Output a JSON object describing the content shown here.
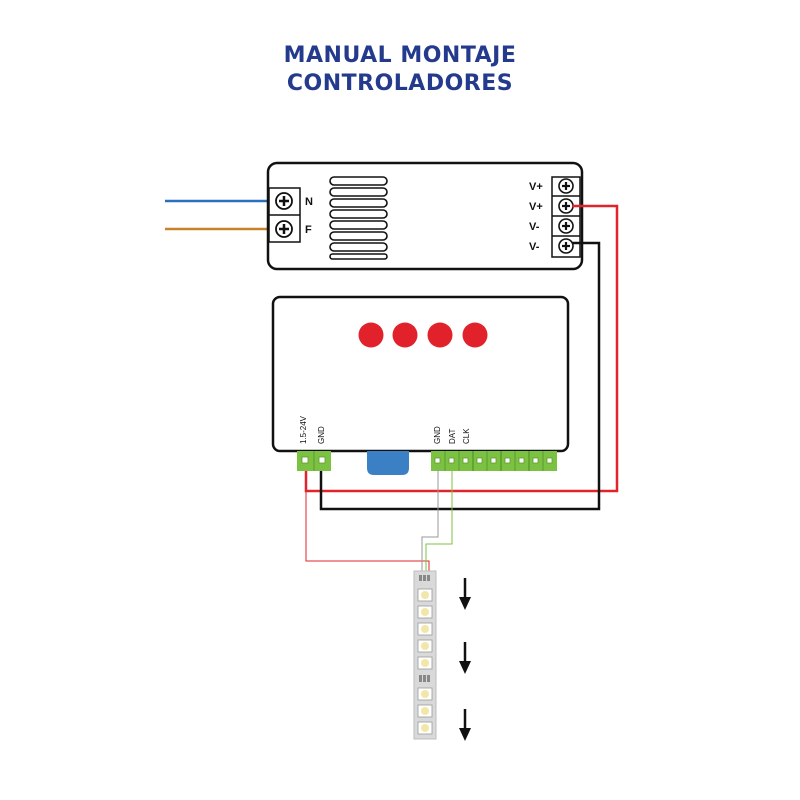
{
  "title": {
    "line1": "MANUAL MONTAJE",
    "line2": "CONTROLADORES"
  },
  "power_supply": {
    "input_labels": [
      "N",
      "F"
    ],
    "output_labels": [
      "V+",
      "V+",
      "V-",
      "V-"
    ]
  },
  "controller": {
    "power_terminal_labels": [
      "1.5-24V",
      "GND"
    ],
    "signal_terminal_labels": [
      "GND",
      "DAT",
      "CLK"
    ],
    "button_count": 4
  },
  "colors": {
    "title": "#243a8c",
    "wire_neutral": "#2a6fc0",
    "wire_phase": "#c8822a",
    "wire_positive": "#e0242a",
    "wire_negative": "#111111",
    "terminal_green": "#7cc242",
    "button_red": "#e2222a",
    "connector_blue": "#3b7fc4"
  },
  "icons": [
    "screw-terminal-icon",
    "down-arrow-icon",
    "led-chip-icon"
  ]
}
